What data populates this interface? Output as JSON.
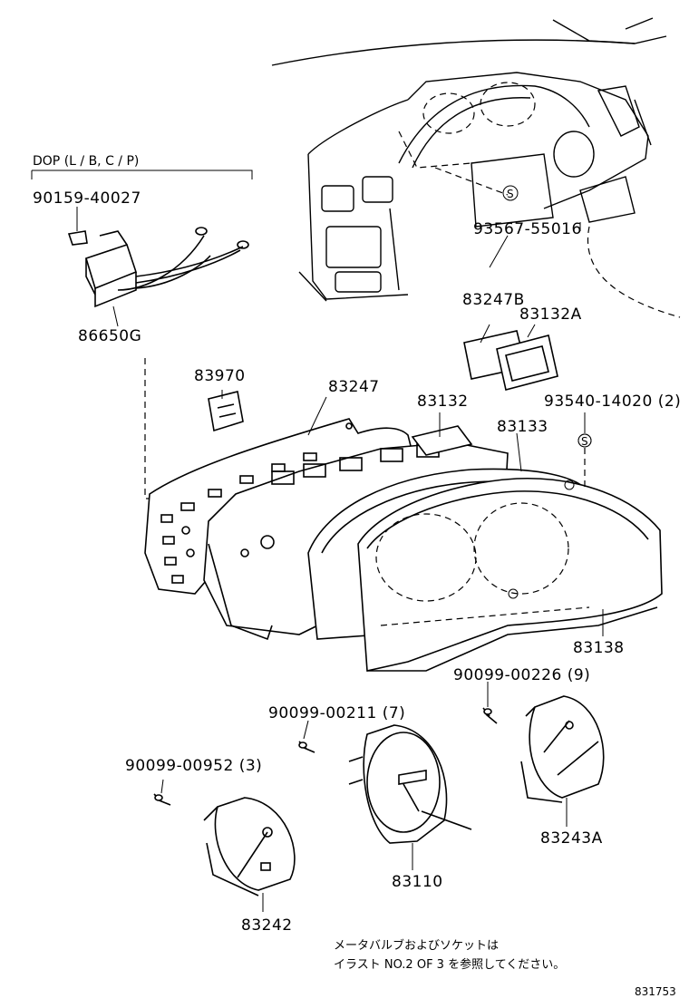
{
  "labels": {
    "dop": "DOP (L / B, C / P)",
    "p90159": "90159-40027",
    "p86650g": "86650G",
    "p93567": "93567-55016",
    "p83247b": "83247B",
    "p83132a": "83132A",
    "p83970": "83970",
    "p83247": "83247",
    "p83132": "83132",
    "p93540": "93540-14020 (2)",
    "p83133": "83133",
    "p83138": "83138",
    "p90099_226": "90099-00226 (9)",
    "p90099_211": "90099-00211 (7)",
    "p90099_952": "90099-00952 (3)",
    "p83243a": "83243A",
    "p83110": "83110",
    "p83242": "83242",
    "s1": "S",
    "s2": "S"
  },
  "note": {
    "line1": "メータバルブおよびソケットは",
    "line2": "イラスト NO.2 OF 3 を参照してください。"
  },
  "figure_id": "831753"
}
